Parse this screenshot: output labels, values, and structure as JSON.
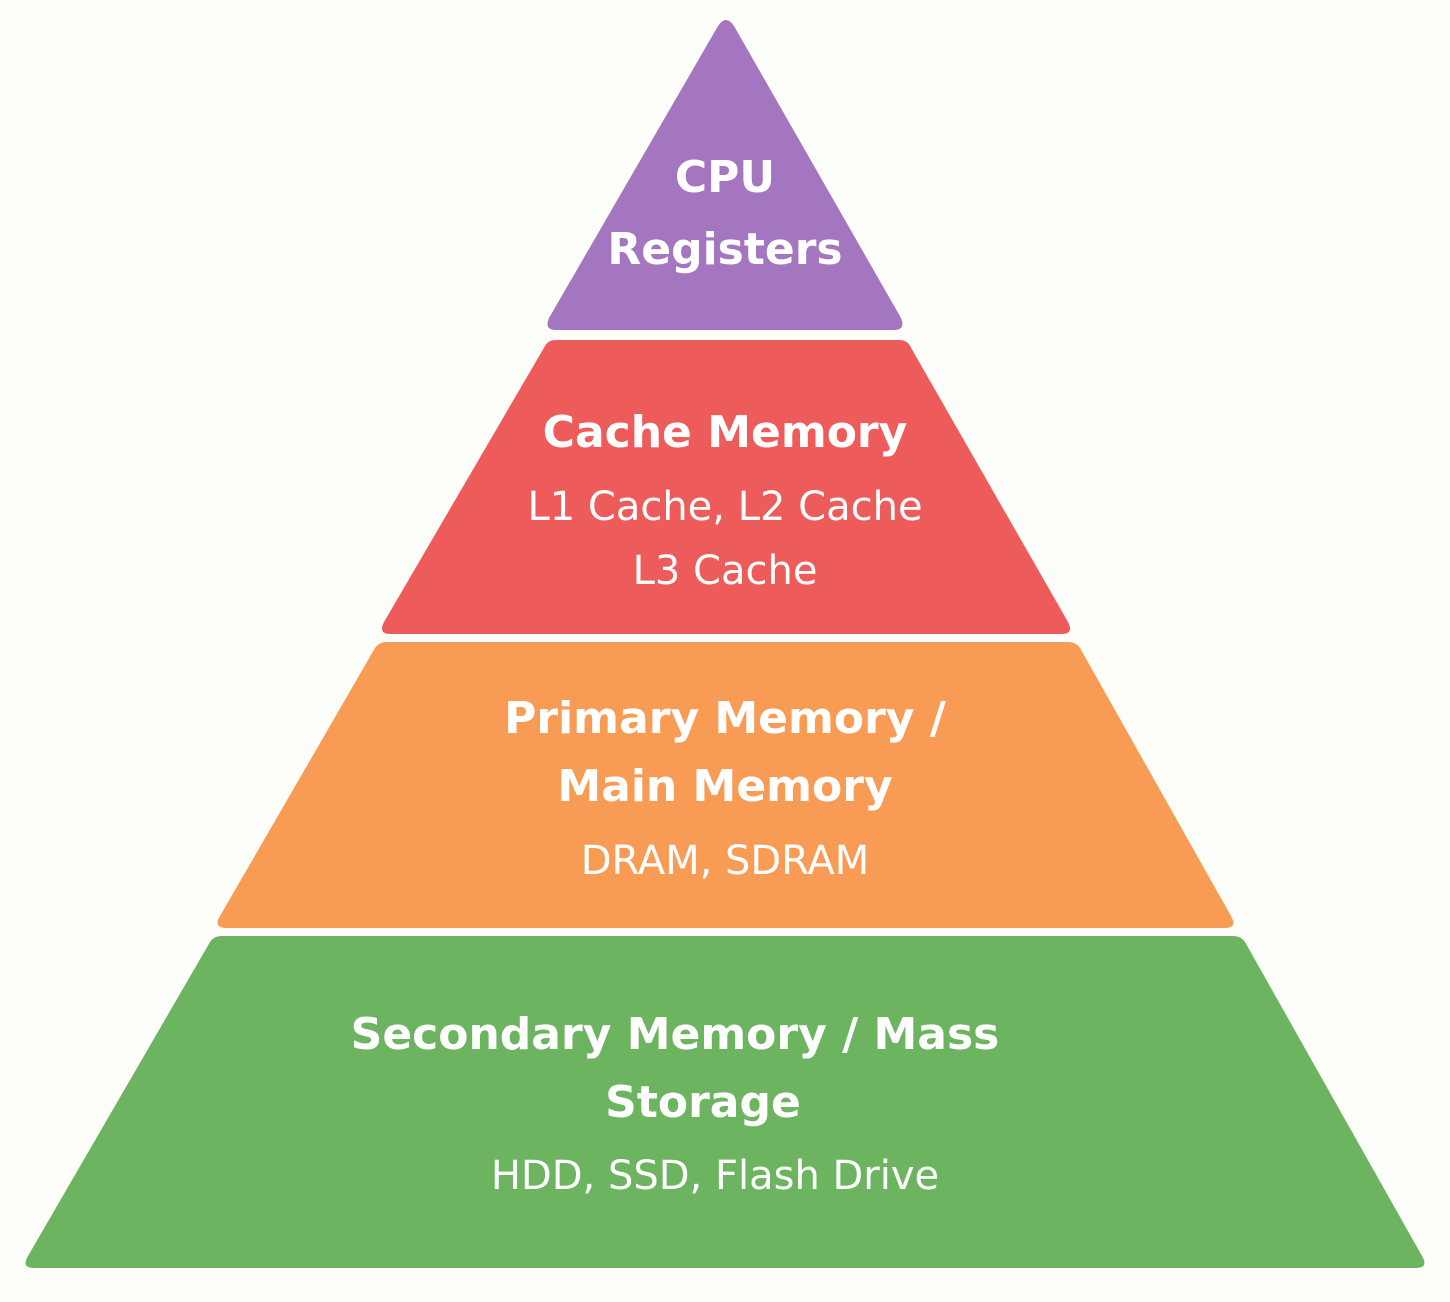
{
  "colors": {
    "background": "#fdfdf9",
    "tier1": "#a476bf",
    "tier2": "#ee5b5b",
    "tier3": "#f89b55",
    "tier4": "#6cb460",
    "text": "#ffffff"
  },
  "tiers": [
    {
      "title_lines": [
        "CPU",
        "Registers"
      ],
      "detail_lines": []
    },
    {
      "title_lines": [
        "Cache Memory"
      ],
      "detail_lines": [
        "L1 Cache, L2 Cache",
        "L3 Cache"
      ]
    },
    {
      "title_lines": [
        "Primary Memory /",
        "Main Memory"
      ],
      "detail_lines": [
        "DRAM, SDRAM"
      ]
    },
    {
      "title_lines": [
        "Secondary Memory / Mass",
        "Storage"
      ],
      "detail_lines": [
        "HDD, SSD, Flash Drive"
      ]
    }
  ]
}
